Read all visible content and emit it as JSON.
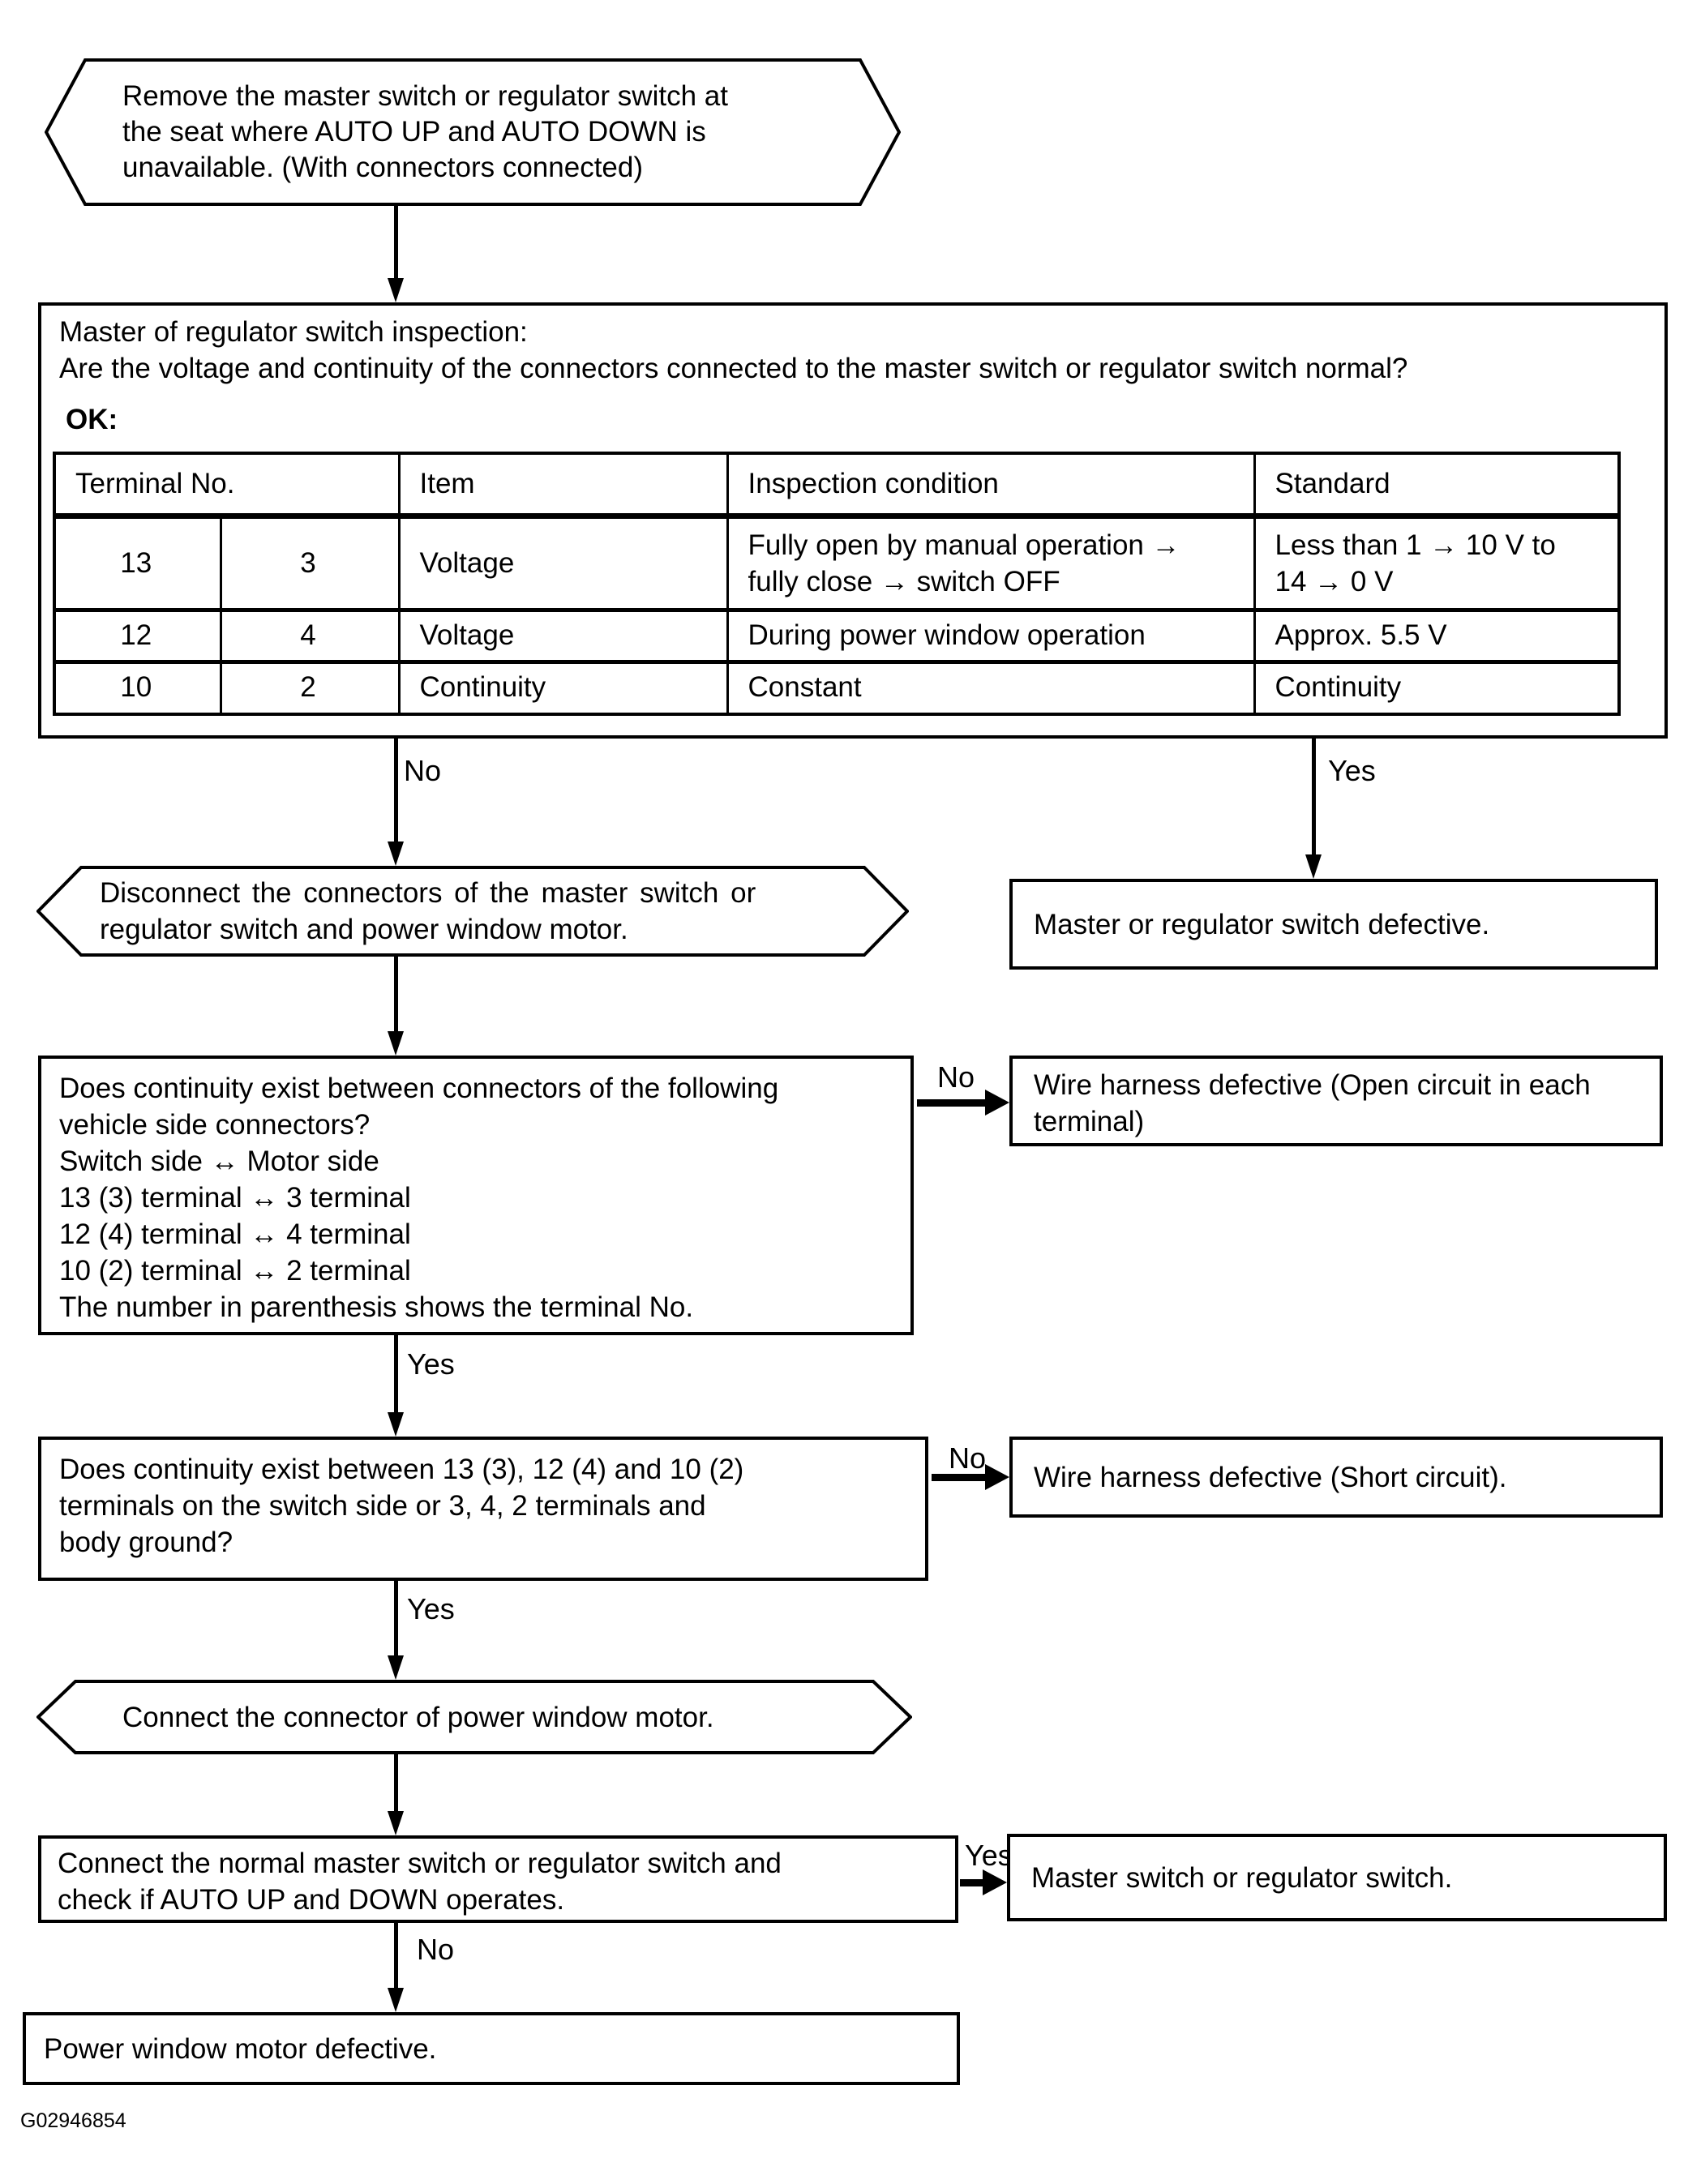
{
  "figure_code": "G02946854",
  "edge_labels": {
    "no": "No",
    "yes": "Yes"
  },
  "nodes": {
    "start_hex": {
      "lines": [
        "Remove the master switch or regulator switch at",
        "the seat where AUTO UP and AUTO DOWN is",
        "unavailable. (With connectors connected)"
      ]
    },
    "inspection_box": {
      "title": "Master of regulator switch inspection:",
      "question": "Are the voltage and continuity of the connectors connected to the master switch or regulator switch normal?",
      "ok_label": "OK:",
      "table": {
        "headers": {
          "terminal_no": "Terminal No.",
          "item": "Item",
          "condition": "Inspection condition",
          "standard": "Standard"
        },
        "rows": [
          {
            "terminal_a": "13",
            "terminal_b": "3",
            "item": "Voltage",
            "condition_lines": [
              "Fully open by manual operation →",
              "fully close → switch OFF"
            ],
            "standard_lines": [
              "Less than 1 → 10 V to",
              "14 → 0 V"
            ]
          },
          {
            "terminal_a": "12",
            "terminal_b": "4",
            "item": "Voltage",
            "condition_lines": [
              "During power window operation"
            ],
            "standard_lines": [
              "Approx. 5.5 V"
            ]
          },
          {
            "terminal_a": "10",
            "terminal_b": "2",
            "item": "Continuity",
            "condition_lines": [
              "Constant"
            ],
            "standard_lines": [
              "Continuity"
            ]
          }
        ]
      }
    },
    "switch_defective_box": {
      "text": "Master or regulator switch defective."
    },
    "disconnect_hex": {
      "lines": [
        "Disconnect the connectors of the master switch or",
        "regulator switch and power window motor."
      ]
    },
    "continuity_connectors_box": {
      "lines": [
        "Does continuity exist between connectors of the following",
        "vehicle side connectors?",
        "Switch side ↔ Motor side",
        "13 (3) terminal ↔ 3 terminal",
        "12 (4) terminal ↔ 4 terminal",
        "10 (2) terminal ↔ 2 terminal",
        "The number in parenthesis shows the terminal No."
      ]
    },
    "open_circuit_box": {
      "lines": [
        "Wire harness defective (Open circuit in each",
        "terminal)"
      ]
    },
    "continuity_ground_box": {
      "lines": [
        "Does continuity exist between 13 (3), 12 (4) and 10 (2)",
        "terminals on the switch side or 3, 4, 2 terminals and",
        "body ground?"
      ]
    },
    "short_circuit_box": {
      "text": "Wire harness defective (Short circuit)."
    },
    "connect_motor_hex": {
      "text": "Connect the connector of power window motor."
    },
    "check_auto_box": {
      "lines": [
        "Connect the normal master switch or regulator switch and",
        "check if AUTO UP and DOWN operates."
      ]
    },
    "master_switch_box": {
      "text": "Master switch or regulator switch."
    },
    "motor_defective_box": {
      "text": "Power window motor defective."
    }
  }
}
